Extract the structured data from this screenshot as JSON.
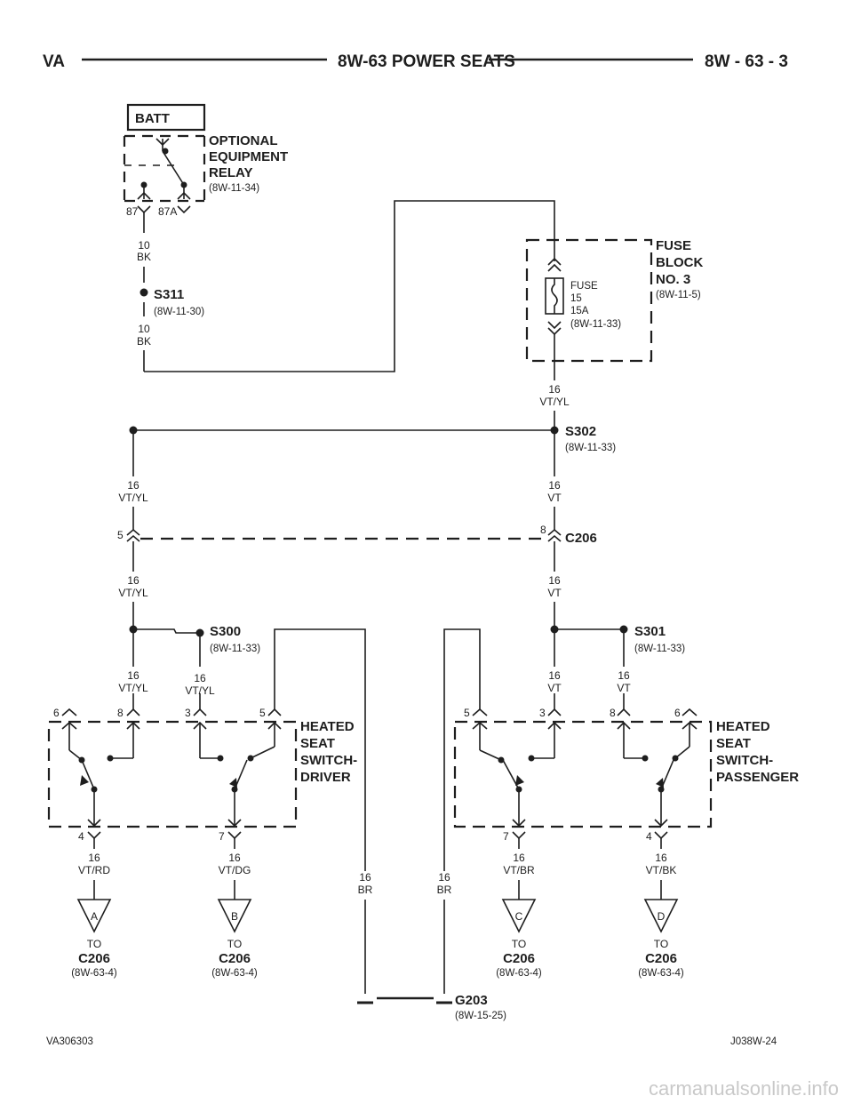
{
  "header": {
    "left": "VA",
    "title": "8W-63 POWER SEATS",
    "right": "8W - 63 - 3"
  },
  "batt": {
    "label": "BATT"
  },
  "relay": {
    "name1": "OPTIONAL",
    "name2": "EQUIPMENT",
    "name3": "RELAY",
    "ref": "(8W-11-34)",
    "pin87": "87",
    "pin87a": "87A"
  },
  "wire_relay_s311": {
    "gauge": "10",
    "color": "BK"
  },
  "s311": {
    "name": "S311",
    "ref": "(8W-11-30)"
  },
  "wire_s311_fuse": {
    "gauge": "10",
    "color": "BK"
  },
  "fuse_block": {
    "name1": "FUSE",
    "name2": "BLOCK",
    "name3": "NO. 3",
    "ref": "(8W-11-5)"
  },
  "fuse": {
    "label": "FUSE",
    "number": "15",
    "rating": "15A",
    "ref": "(8W-11-33)"
  },
  "wire_fuse_s302": {
    "gauge": "16",
    "color": "VT/YL"
  },
  "s302": {
    "name": "S302",
    "ref": "(8W-11-33)"
  },
  "wire_left_upper": {
    "gauge": "16",
    "color": "VT/YL"
  },
  "wire_right_upper": {
    "gauge": "16",
    "color": "VT"
  },
  "c206": {
    "name": "C206",
    "pin_left": "5",
    "pin_right": "8"
  },
  "wire_left_lower": {
    "gauge": "16",
    "color": "VT/YL"
  },
  "wire_right_lower": {
    "gauge": "16",
    "color": "VT"
  },
  "s300": {
    "name": "S300",
    "ref": "(8W-11-33)"
  },
  "s301": {
    "name": "S301",
    "ref": "(8W-11-33)"
  },
  "wire_drv_8": {
    "gauge": "16",
    "color": "VT/YL"
  },
  "wire_drv_3": {
    "gauge": "16",
    "color": "VT/YL"
  },
  "wire_pas_3": {
    "gauge": "16",
    "color": "VT"
  },
  "wire_pas_8": {
    "gauge": "16",
    "color": "VT"
  },
  "switch_driver": {
    "name1": "HEATED",
    "name2": "SEAT",
    "name3": "SWITCH-",
    "name4": "DRIVER",
    "pin6": "6",
    "pin8": "8",
    "pin3": "3",
    "pin5": "5",
    "pin4": "4",
    "pin7": "7"
  },
  "switch_passenger": {
    "name1": "HEATED",
    "name2": "SEAT",
    "name3": "SWITCH-",
    "name4": "PASSENGER",
    "pin5": "5",
    "pin3": "3",
    "pin8": "8",
    "pin6": "6",
    "pin7": "7",
    "pin4": "4"
  },
  "out_a": {
    "gauge": "16",
    "color": "VT/RD",
    "letter": "A",
    "to": "TO",
    "conn": "C206",
    "ref": "(8W-63-4)"
  },
  "out_b": {
    "gauge": "16",
    "color": "VT/DG",
    "letter": "B",
    "to": "TO",
    "conn": "C206",
    "ref": "(8W-63-4)"
  },
  "out_c": {
    "gauge": "16",
    "color": "VT/BR",
    "letter": "C",
    "to": "TO",
    "conn": "C206",
    "ref": "(8W-63-4)"
  },
  "out_d": {
    "gauge": "16",
    "color": "VT/BK",
    "letter": "D",
    "to": "TO",
    "conn": "C206",
    "ref": "(8W-63-4)"
  },
  "wire_gnd_left": {
    "gauge": "16",
    "color": "BR"
  },
  "wire_gnd_right": {
    "gauge": "16",
    "color": "BR"
  },
  "g203": {
    "name": "G203",
    "ref": "(8W-15-25)"
  },
  "footer": {
    "left": "VA306303",
    "right": "J038W-24"
  },
  "watermark": "carmanualsonline.info"
}
